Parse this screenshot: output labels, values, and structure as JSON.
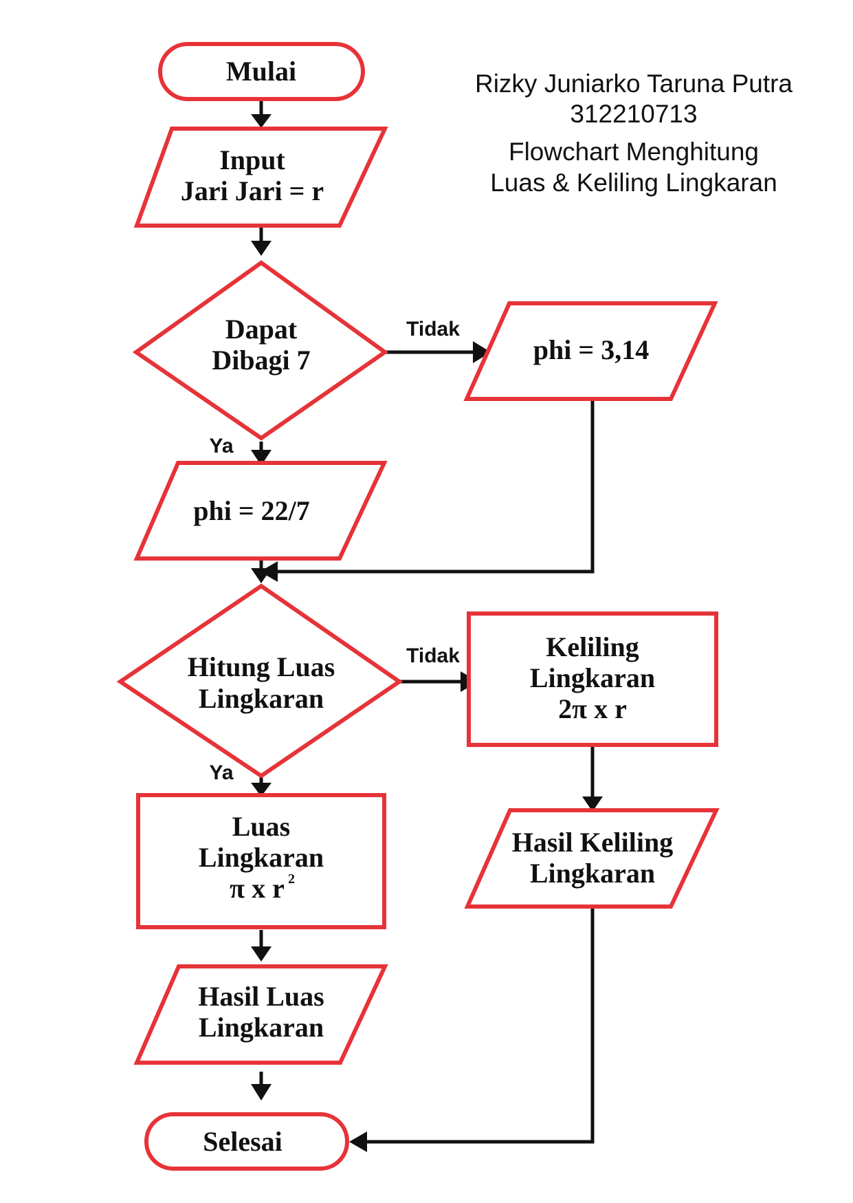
{
  "header": {
    "author": "Rizky Juniarko Taruna Putra",
    "student_id": "312210713",
    "title_line1": "Flowchart Menghitung",
    "title_line2": "Luas & Keliling Lingkaran"
  },
  "colors": {
    "shape_stroke": "#e63338",
    "line": "#111111",
    "text": "#111111"
  },
  "nodes": {
    "start": {
      "type": "terminator",
      "label": "Mulai"
    },
    "input": {
      "type": "io",
      "line1": "Input",
      "line2": "Jari Jari = r"
    },
    "decision1": {
      "type": "decision",
      "line1": "Dapat",
      "line2": "Dibagi 7"
    },
    "phi_decimal": {
      "type": "io",
      "label": "phi = 3,14"
    },
    "phi_fraction": {
      "type": "io",
      "label": "phi = 22/7"
    },
    "decision2": {
      "type": "decision",
      "line1": "Hitung Luas",
      "line2": "Lingkaran"
    },
    "keliling": {
      "type": "process",
      "line1": "Keliling",
      "line2": "Lingkaran",
      "line3": "2π x r"
    },
    "luas": {
      "type": "process",
      "line1": "Luas",
      "line2": "Lingkaran",
      "line3": "π x r",
      "line3_sup": "2"
    },
    "hasil_keliling": {
      "type": "io",
      "line1": "Hasil Keliling",
      "line2": "Lingkaran"
    },
    "hasil_luas": {
      "type": "io",
      "line1": "Hasil Luas",
      "line2": "Lingkaran"
    },
    "end": {
      "type": "terminator",
      "label": "Selesai"
    }
  },
  "edge_labels": {
    "decision1_no": "Tidak",
    "decision1_yes": "Ya",
    "decision2_no": "Tidak",
    "decision2_yes": "Ya"
  }
}
